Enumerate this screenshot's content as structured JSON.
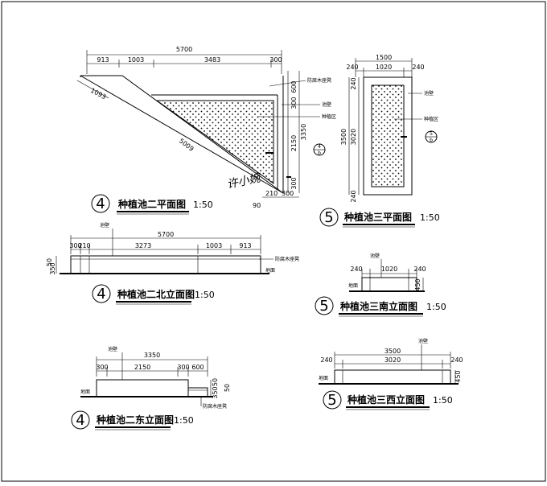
{
  "watermark": "许小婉",
  "plan2": {
    "title": "种植池二平面图",
    "scale": "1:50",
    "tag": "4",
    "dims_top": {
      "overall": "5700",
      "segs": [
        "913",
        "1003",
        "3483",
        "300"
      ]
    },
    "dims_right": {
      "overall": "3350",
      "segs": [
        "600",
        "300",
        "2150",
        "300"
      ]
    },
    "dim_diag_a": "1093",
    "dim_diag_b": "5009",
    "dims_bottom": [
      "210",
      "300"
    ],
    "dim_90": "90",
    "labels": {
      "coping": "防腐木座凳",
      "wall": "池壁",
      "planting": "种植区"
    },
    "section_mark": {
      "num": "4",
      "sub": "b"
    }
  },
  "plan3": {
    "title": "种植池三平面图",
    "scale": "1:50",
    "tag": "5",
    "dims_top": {
      "overall": "1500",
      "segs": [
        "240",
        "1020",
        "240"
      ]
    },
    "dims_left": {
      "overall": "3500",
      "segs": [
        "240",
        "3020",
        "240"
      ]
    },
    "labels": {
      "wall": "池壁",
      "planting": "种植区"
    },
    "section_mark": {
      "num": "5",
      "sub": "b"
    }
  },
  "north2": {
    "title": "种植池二北立面图",
    "scale": "1:50",
    "tag": "4",
    "dims_top": {
      "overall": "5700",
      "segs": [
        "300",
        "210",
        "3273",
        "1003",
        "913"
      ]
    },
    "dims_left": [
      "50",
      "350"
    ],
    "labels": {
      "wall": "池壁",
      "coping": "防腐木座凳",
      "ground": "地面"
    }
  },
  "south3": {
    "title": "种植池三南立面图",
    "scale": "1:50",
    "tag": "5",
    "dims_top": [
      "240",
      "1020",
      "240"
    ],
    "dim_right": "450",
    "labels": {
      "wall": "池壁",
      "ground": "地面"
    }
  },
  "east2": {
    "title": "种植池二东立面图",
    "scale": "1:50",
    "tag": "4",
    "dims_top": {
      "overall": "3350",
      "segs": [
        "300",
        "2150",
        "300",
        "600"
      ]
    },
    "dims_right": [
      "350",
      "50"
    ],
    "dim_side": "50",
    "labels": {
      "wall": "池壁",
      "coping": "防腐木座凳",
      "ground": "地面"
    }
  },
  "west3": {
    "title": "种植池三西立面图",
    "scale": "1:50",
    "tag": "5",
    "dims_top": {
      "overall": "3500",
      "segs": [
        "240",
        "3020",
        "240"
      ]
    },
    "dim_right": "450",
    "labels": {
      "wall": "池壁",
      "ground": "地面"
    }
  }
}
